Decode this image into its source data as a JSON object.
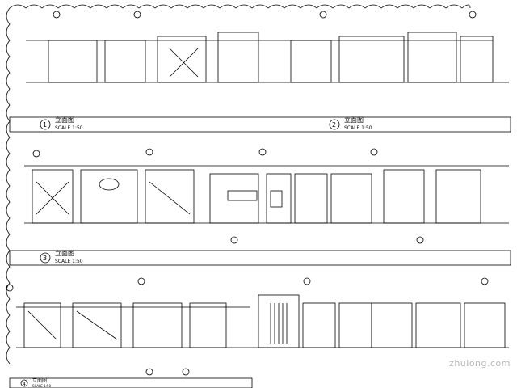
{
  "sheet": {
    "rows": [
      {
        "title": "立面图",
        "scale": "SCALE 1:50",
        "label_number": "1",
        "secondary_title": "立面图",
        "secondary_scale": "SCALE 1:50",
        "secondary_number": "2"
      },
      {
        "title": "立面图",
        "scale": "SCALE 1:50",
        "label_number": "3"
      },
      {
        "title": "立面图",
        "scale": "SCALE 1:50",
        "label_number": "4"
      }
    ]
  },
  "watermark": "zhulong.com"
}
